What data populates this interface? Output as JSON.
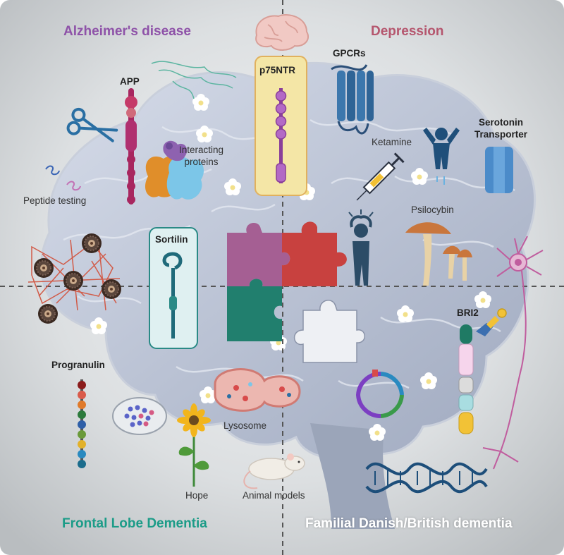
{
  "quadrants": {
    "top_left": {
      "title": "Alzheimer's disease",
      "color": "#8e52a8"
    },
    "top_right": {
      "title": "Depression",
      "color": "#b5566e"
    },
    "bottom_left": {
      "title": "Frontal Lobe Dementia",
      "color": "#1c9c88"
    },
    "bottom_right": {
      "title": "Familial Danish/British dementia",
      "color": "#ffffff"
    }
  },
  "labels": {
    "app": "APP",
    "interacting_proteins": "Interacting\nproteins",
    "peptide_testing": "Peptide testing",
    "p75ntr": "p75NTR",
    "gpcrs": "GPCRs",
    "ketamine": "Ketamine",
    "serotonin_transporter": "Serotonin\nTransporter",
    "psilocybin": "Psilocybin",
    "sortilin": "Sortilin",
    "bri2": "BRI2",
    "progranulin": "Progranulin",
    "lysosome": "Lysosome",
    "hope": "Hope",
    "animal_models": "Animal models"
  },
  "icons": {
    "scissors": "scissors-icon",
    "puzzle": "puzzle-icon",
    "brain": "brain-icon",
    "mushroom": "mushroom-icon",
    "syringe": "syringe-icon",
    "neuron": "neuron-icon",
    "dna": "dna-icon",
    "plasmid": "plasmid-icon",
    "sunflower": "sunflower-icon",
    "mouse": "mouse-icon",
    "petri_dish": "petri-dish-icon",
    "plaque": "amyloid-plaque-icon",
    "person": "distressed-person-icon"
  },
  "colors": {
    "background": "#d9dcde",
    "brain": "#b4bfd3",
    "puzzle_purple": "#a55f93",
    "puzzle_red": "#c8413f",
    "puzzle_teal": "#217f6e",
    "puzzle_white": "#eef0f4",
    "p75ntr_box": "#f4e6a6",
    "sortilin_box": "#dff0f1"
  }
}
